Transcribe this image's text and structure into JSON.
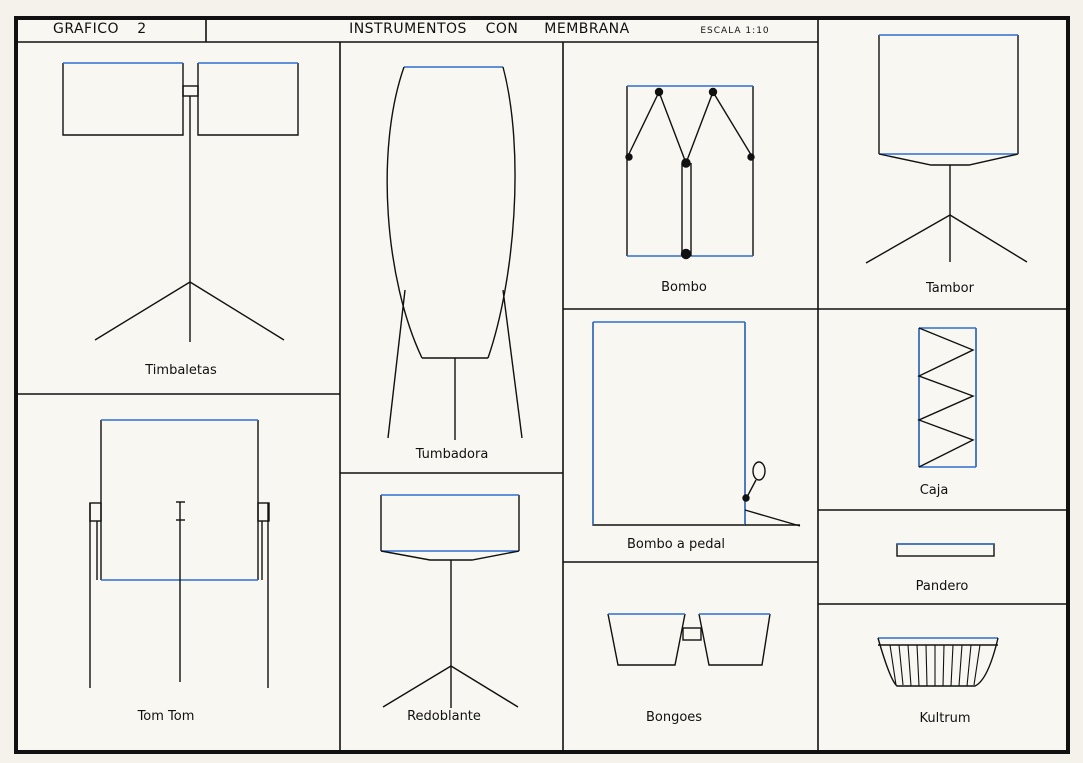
{
  "header": {
    "grafico_label": "GRAFICO",
    "grafico_number": "2",
    "title_word_1": "INSTRUMENTOS",
    "title_word_2": "CON",
    "title_word_3": "MEMBRANA",
    "scale": "ESCALA 1:10"
  },
  "instruments": {
    "timbaletas": "Timbaletas",
    "tom_tom": "Tom Tom",
    "tumbadora": "Tumbadora",
    "redoblante": "Redoblante",
    "bombo": "Bombo",
    "bombo_a_pedal": "Bombo a pedal",
    "bongoes": "Bongoes",
    "tambor": "Tambor",
    "caja": "Caja",
    "pandero": "Pandero",
    "kultrum": "Kultrum"
  },
  "colors": {
    "paper": "#f8f7f1",
    "ink": "#111111",
    "membrane": "#2f6fd1"
  }
}
